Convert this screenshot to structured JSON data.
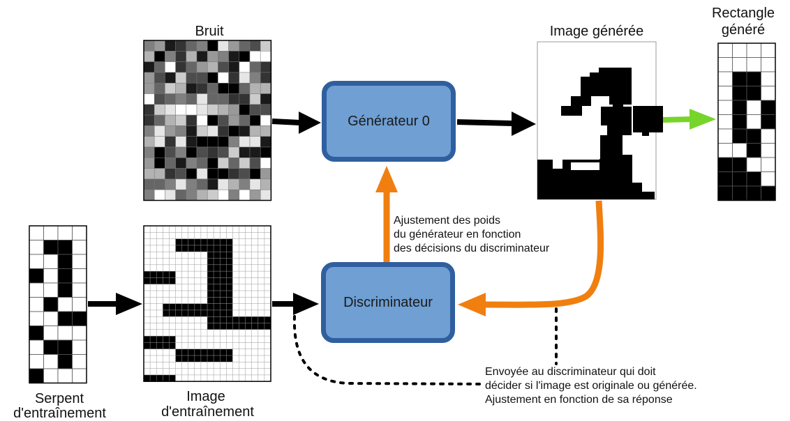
{
  "labels": {
    "noise": "Bruit",
    "generated_image": "Image générée",
    "generated_rect_line1": "Rectangle",
    "generated_rect_line2": "généré",
    "snake_line1": "Serpent",
    "snake_line2": "d'entraînement",
    "training_image_line1": "Image",
    "training_image_line2": "d'entraînement"
  },
  "nodes": {
    "generator": "Générateur 0",
    "discriminator": "Discriminateur"
  },
  "notes": {
    "feedback_line1": "Ajustement des poids",
    "feedback_line2": "du générateur en fonction",
    "feedback_line3": "des décisions du discriminateur",
    "sent_line1": "Envoyée au discriminateur qui doit",
    "sent_line2": "décider si l'image est originale ou générée.",
    "sent_line3": "Ajustement en fonction de sa réponse"
  },
  "colors": {
    "box_fill": "#6f9fd3",
    "box_border": "#2f5f9f",
    "orange_arrow": "#f07f10",
    "green_arrow": "#77d42a",
    "black": "#000000"
  },
  "grids": {
    "snake": {
      "cols": 4,
      "rows": [
        "0000",
        "0110",
        "0010",
        "1010",
        "0010",
        "0100",
        "0011",
        "1000",
        "0110",
        "0010",
        "1000"
      ]
    },
    "generated_rect": {
      "cols": 4,
      "rows": [
        "0000",
        "0000",
        "0110",
        "0110",
        "0101",
        "0101",
        "0110",
        "0010",
        "1100",
        "1110",
        "1111"
      ]
    }
  }
}
